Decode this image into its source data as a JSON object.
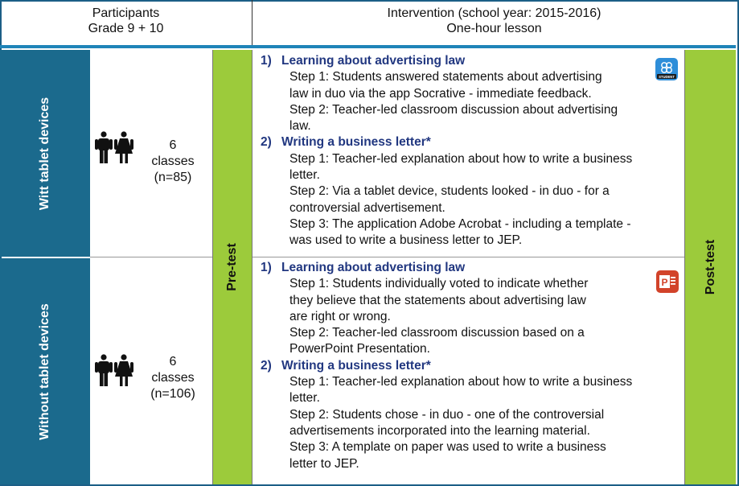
{
  "header": {
    "participants": [
      "Participants",
      "Grade 9 + 10"
    ],
    "intervention": [
      "Intervention (school year: 2015-2016)",
      "One-hour lesson"
    ]
  },
  "groups": [
    {
      "side_label": "Witt tablet devices",
      "classes": [
        "6",
        "classes",
        "(n=85)"
      ],
      "app_icon": "socrative-student-icon",
      "app_text": "STUDENT",
      "sections": [
        {
          "num": "1)",
          "title": "Learning about advertising law",
          "lines": [
            "Step 1: Students answered statements about advertising",
            "law in duo via the app Socrative - immediate feedback.",
            "Step 2: Teacher-led classroom discussion about advertising",
            "law."
          ]
        },
        {
          "num": "2)",
          "title": "Writing a business letter*",
          "lines": [
            "Step 1: Teacher-led explanation about how to write a business",
            "letter.",
            "Step 2: Via a tablet device, students looked - in duo - for a",
            "controversial advertisement.",
            "Step 3: The application Adobe Acrobat - including a template -",
            "was used to write a business letter to JEP."
          ]
        }
      ]
    },
    {
      "side_label": "Without tablet devices",
      "classes": [
        "6",
        "classes",
        "(n=106)"
      ],
      "app_icon": "powerpoint-icon",
      "app_text": "P",
      "sections": [
        {
          "num": "1)",
          "title": "Learning about advertising law",
          "lines": [
            "Step 1: Students individually voted to indicate whether",
            "they believe that the statements about advertising law",
            "are right or wrong.",
            "Step 2: Teacher-led classroom discussion based on a",
            "PowerPoint Presentation."
          ]
        },
        {
          "num": "2)",
          "title": "Writing a business letter*",
          "lines": [
            "Step 1: Teacher-led explanation about how to write a business",
            "letter.",
            "Step 2: Students chose - in duo - one of the controversial",
            "advertisements incorporated into the learning material.",
            "Step 3: A template on paper was used to write a business",
            "letter to JEP."
          ]
        }
      ]
    }
  ],
  "pre_test": "Pre-test",
  "post_test": "Post-test",
  "colors": {
    "side": "#1b6a8d",
    "bar": "#9ccb3b",
    "heading": "#213780",
    "header_line": "#1f84b8"
  }
}
